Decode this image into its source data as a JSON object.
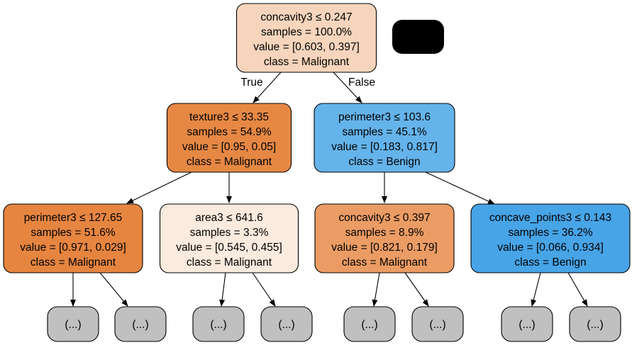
{
  "tree": {
    "edge_labels": {
      "true": "True",
      "false": "False"
    },
    "nodes": {
      "root": {
        "lines": [
          "concavity3 ≤ 0.247",
          "samples = 100.0%",
          "value = [0.603, 0.397]",
          "class = Malignant"
        ],
        "fill": "#f6d5bc"
      },
      "left": {
        "lines": [
          "texture3 ≤ 33.35",
          "samples = 54.9%",
          "value = [0.95, 0.05]",
          "class = Malignant"
        ],
        "fill": "#e68844"
      },
      "right": {
        "lines": [
          "perimeter3 ≤ 103.6",
          "samples = 45.1%",
          "value = [0.183, 0.817]",
          "class = Benign"
        ],
        "fill": "#65b3eb"
      },
      "ll": {
        "lines": [
          "perimeter3 ≤ 127.65",
          "samples = 51.6%",
          "value = [0.971, 0.029]",
          "class = Malignant"
        ],
        "fill": "#e68540"
      },
      "lr": {
        "lines": [
          "area3 ≤ 641.6",
          "samples = 3.3%",
          "value = [0.545, 0.455]",
          "class = Malignant"
        ],
        "fill": "#fbeade"
      },
      "rl": {
        "lines": [
          "concavity3 ≤ 0.397",
          "samples = 8.9%",
          "value = [0.821, 0.179]",
          "class = Malignant"
        ],
        "fill": "#eb9c64"
      },
      "rr": {
        "lines": [
          "concave_points3 ≤ 0.143",
          "samples = 36.2%",
          "value = [0.066, 0.934]",
          "class = Benign"
        ],
        "fill": "#47a4e7"
      }
    },
    "leaf_label": "(...)",
    "leaf_fill": "#c0c0c0",
    "legend_fill": "#000000"
  }
}
